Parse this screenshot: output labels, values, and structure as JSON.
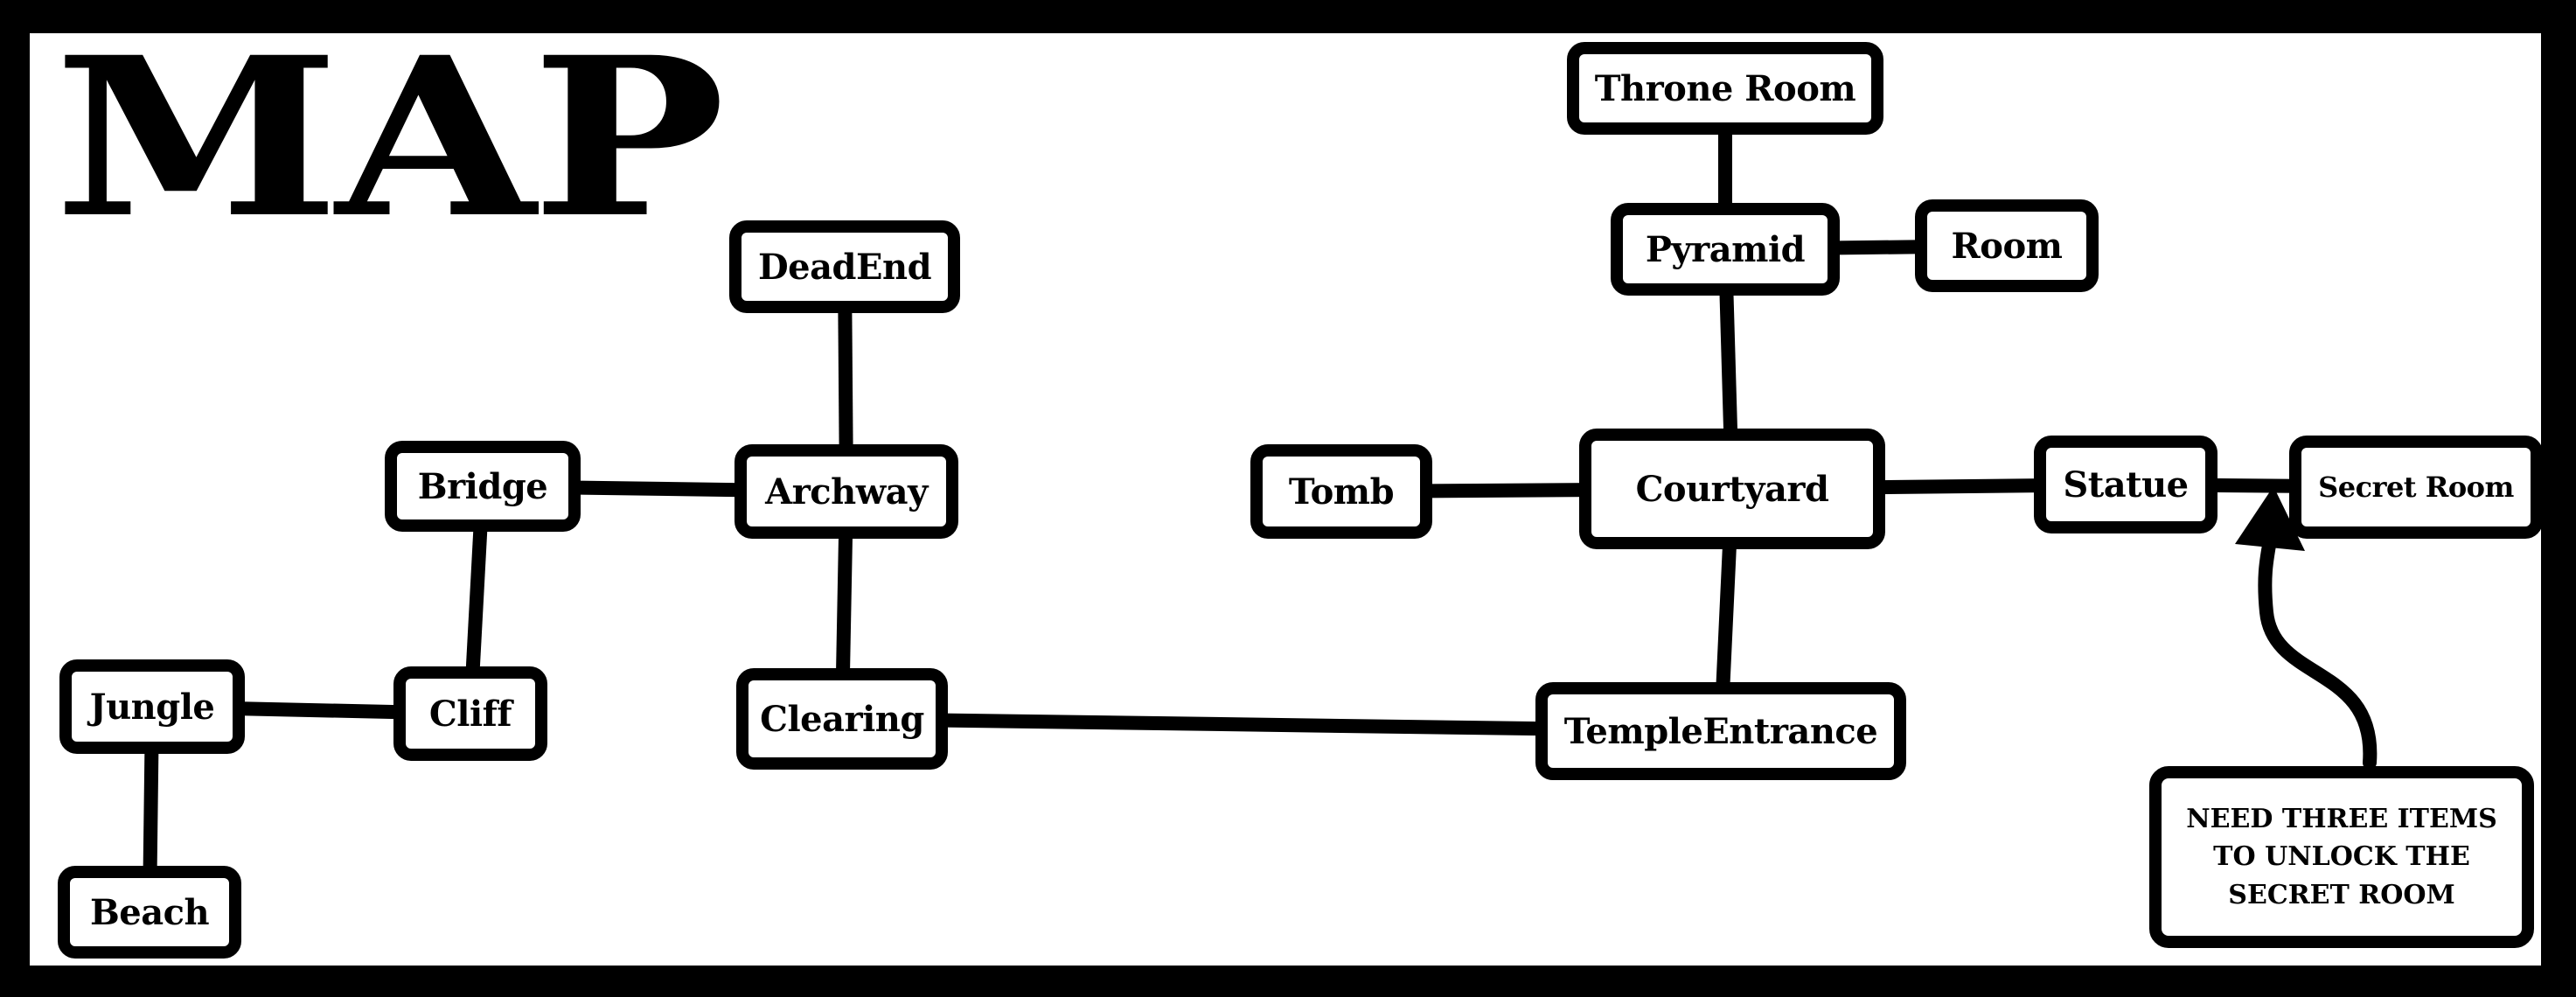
{
  "title": "MAP",
  "colors": {
    "ink": "#000000",
    "paper": "#ffffff"
  },
  "nodes": {
    "throne_room": "Throne Room",
    "deadend": "DeadEnd",
    "pyramid": "Pyramid",
    "room": "Room",
    "bridge": "Bridge",
    "archway": "Archway",
    "tomb": "Tomb",
    "courtyard": "Courtyard",
    "statue": "Statue",
    "secret_room": "Secret Room",
    "jungle": "Jungle",
    "cliff": "Cliff",
    "clearing": "Clearing",
    "temple_entrance": "TempleEntrance",
    "beach": "Beach"
  },
  "note": {
    "line1": "NEED THREE ITEMS",
    "line2": "TO UNLOCK THE",
    "line3": "SECRET ROOM"
  },
  "edges": [
    [
      "throne_room",
      "pyramid"
    ],
    [
      "pyramid",
      "room"
    ],
    [
      "pyramid",
      "courtyard"
    ],
    [
      "deadend",
      "archway"
    ],
    [
      "bridge",
      "archway"
    ],
    [
      "archway",
      "clearing"
    ],
    [
      "tomb",
      "courtyard"
    ],
    [
      "courtyard",
      "statue"
    ],
    [
      "statue",
      "secret_room"
    ],
    [
      "courtyard",
      "temple_entrance"
    ],
    [
      "clearing",
      "temple_entrance"
    ],
    [
      "bridge",
      "cliff"
    ],
    [
      "jungle",
      "cliff"
    ],
    [
      "jungle",
      "beach"
    ]
  ]
}
